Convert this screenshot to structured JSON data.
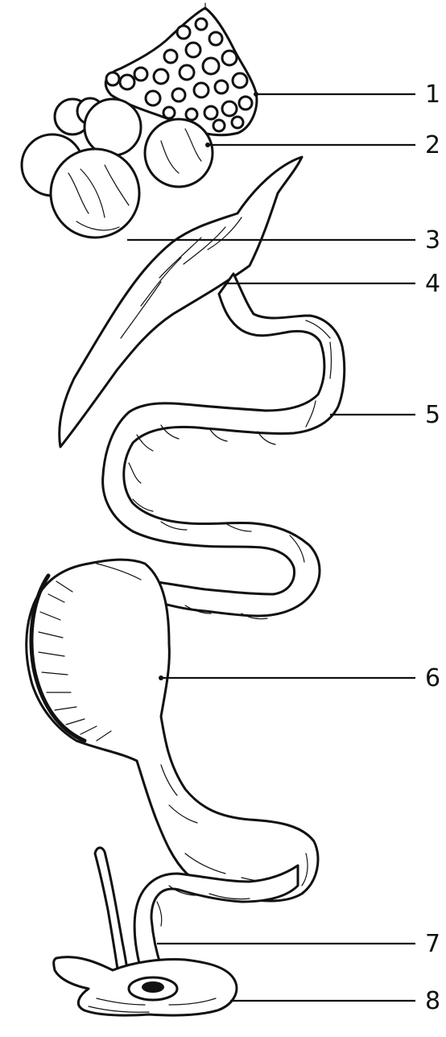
{
  "labels": [
    {
      "id": "1",
      "text": "1"
    },
    {
      "id": "2",
      "text": "2"
    },
    {
      "id": "3",
      "text": "3"
    },
    {
      "id": "4",
      "text": "4"
    },
    {
      "id": "5",
      "text": "5"
    },
    {
      "id": "6",
      "text": "6"
    },
    {
      "id": "7",
      "text": "7"
    },
    {
      "id": "8",
      "text": "8"
    }
  ]
}
